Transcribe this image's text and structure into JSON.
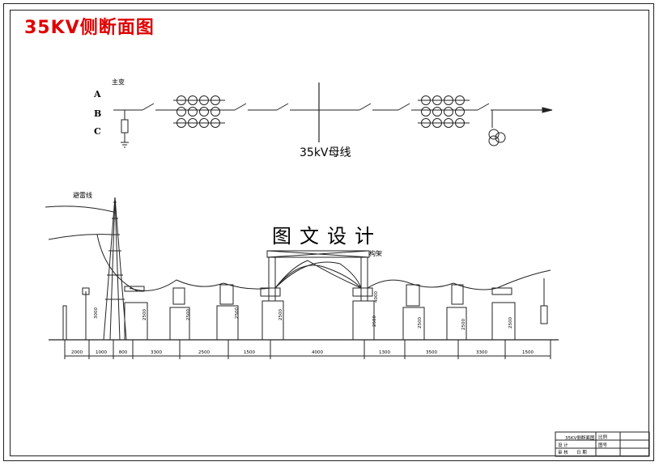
{
  "title": "35KV侧断面图",
  "phases": [
    "A",
    "B",
    "C"
  ],
  "main_transformer_label": "主变",
  "bus_label": "35kV母线",
  "lightning_line_label": "避雷线",
  "watermark": "图文设计",
  "structure_label": "构架",
  "bottom_dimensions": [
    "2000",
    "1000",
    "800",
    "3300",
    "2500",
    "1500",
    "4000",
    "1300",
    "3500",
    "3300",
    "1500"
  ],
  "equipment_heights": [
    "3000",
    "2500",
    "2500",
    "2500",
    "2500",
    "4000",
    "2500",
    "2500",
    "2500",
    "2500"
  ],
  "title_block": {
    "drawing_name": "35KV侧断面图",
    "row_labels": [
      "设 计",
      "审 核",
      "日 期"
    ],
    "cells": [
      "比例",
      "图号"
    ]
  },
  "colors": {
    "title": "#e00000",
    "lines": "#222222"
  }
}
